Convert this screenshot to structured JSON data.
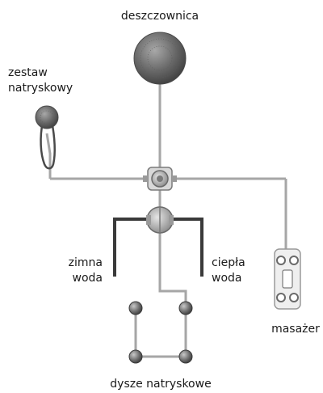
{
  "labels": {
    "rain_shower": "deszczownica",
    "shower_set_line1": "zestaw",
    "shower_set_line2": "natryskowy",
    "cold_water_line1": "zimna",
    "cold_water_line2": "woda",
    "hot_water_line1": "ciepła",
    "hot_water_line2": "woda",
    "massager": "masażer",
    "jets": "dysze natryskowe"
  },
  "colors": {
    "pipe": "#a6a6a6",
    "supply_pipe": "#3a3a3a",
    "fixture": "#6e6e6e",
    "fixture_highlight": "#b0b0b0"
  },
  "icons": [
    "rain-shower-head-icon",
    "hand-shower-icon",
    "diverter-valve-icon",
    "mixer-valve-icon",
    "massager-panel-icon",
    "jet-nozzle-icon"
  ]
}
